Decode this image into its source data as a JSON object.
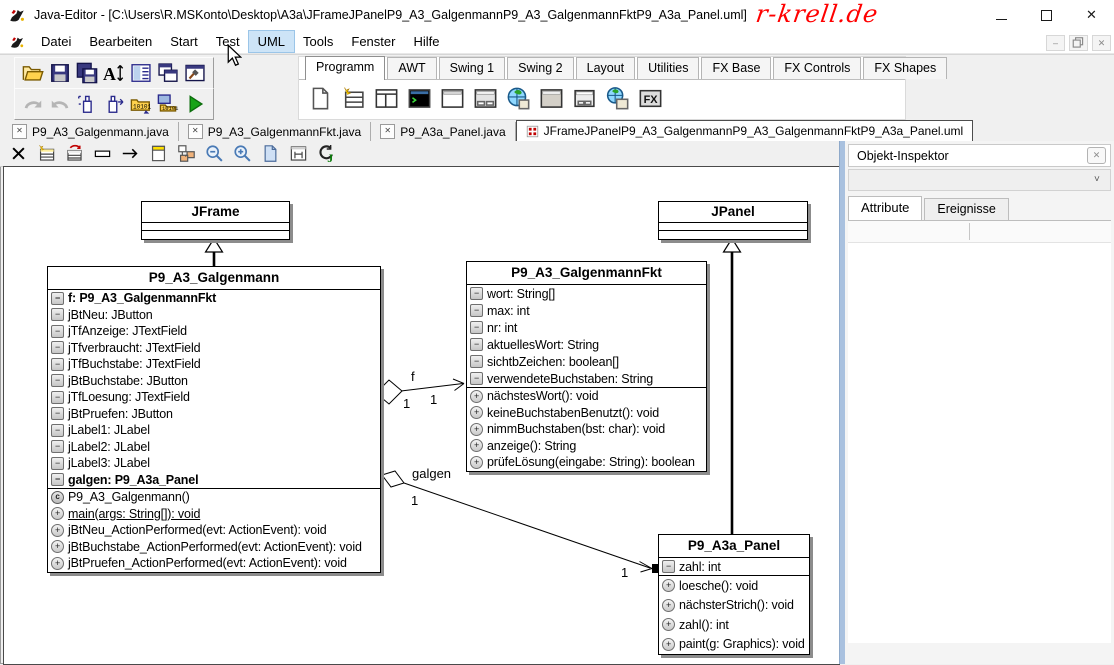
{
  "window": {
    "title": "Java-Editor - [C:\\Users\\R.MSKonto\\Desktop\\A3a\\JFrameJPanelP9_A3_GalgenmannP9_A3_GalgenmannFktP9_A3a_Panel.uml]",
    "watermark": "r-krell.de",
    "controls": [
      "minimize",
      "maximize",
      "close"
    ],
    "mdi_controls": [
      "minimize",
      "restore",
      "close"
    ]
  },
  "colors": {
    "watermark": "#ff0000",
    "run_green": "#17a317",
    "menu_highlight": "#cde4f7",
    "uml_red": "#c00000",
    "splitter_blue": "#a9c1df"
  },
  "menubar": {
    "items": [
      "Datei",
      "Bearbeiten",
      "Start",
      "Test",
      "UML",
      "Tools",
      "Fenster",
      "Hilfe"
    ],
    "active_item": "UML"
  },
  "toolbar_main": {
    "row1": [
      "open-icon",
      "save-icon",
      "save-all-icon",
      "font-size-icon",
      "project-icon",
      "windows-icon",
      "messages-icon"
    ],
    "row2": [
      "redo-icon",
      "undo-icon",
      "jar-icon",
      "jar-run-icon",
      "compile-icon",
      "compile-all-icon",
      "run-icon"
    ]
  },
  "palette": {
    "tabs": [
      "Programm",
      "AWT",
      "Swing 1",
      "Swing 2",
      "Layout",
      "Utilities",
      "FX Base",
      "FX Controls",
      "FX Shapes"
    ],
    "active_tab": "Programm",
    "icons": [
      "new-file-icon",
      "wizard-icon",
      "frame-icon",
      "console-icon",
      "window-icon",
      "dialog-icon",
      "applet-icon",
      "panel-icon",
      "internal-dialog-icon",
      "webstart-icon",
      "javafx-icon"
    ]
  },
  "file_tabs": [
    {
      "label": "P9_A3_Galgenmann.java",
      "active": false
    },
    {
      "label": "P9_A3_GalgenmannFkt.java",
      "active": false
    },
    {
      "label": "P9_A3a_Panel.java",
      "active": false
    },
    {
      "label": "JFrameJPanelP9_A3_GalgenmannP9_A3_GalgenmannFktP9_A3a_Panel.uml",
      "active": true
    }
  ],
  "uml_toolbar": [
    "close-icon",
    "new-class-icon",
    "open-class-icon",
    "new-object-icon",
    "new-association-icon",
    "new-comment-icon",
    "class-diagram-icon",
    "zoom-out-icon",
    "zoom-in-icon",
    "diagram-image-icon",
    "sequence-diagram-icon",
    "refresh-java-icon"
  ],
  "inspector": {
    "title": "Objekt-Inspektor",
    "tabs": [
      "Attribute",
      "Ereignisse"
    ],
    "active_tab": "Attribute"
  },
  "uml": {
    "classes": [
      {
        "name": "JFrame",
        "attributes": [],
        "methods": []
      },
      {
        "name": "JPanel",
        "attributes": [],
        "methods": []
      },
      {
        "name": "P9_A3_Galgenmann",
        "attributes": [
          {
            "icon": "private-field-icon",
            "text": "f: P9_A3_GalgenmannFkt",
            "bold": true
          },
          {
            "icon": "private-field-icon",
            "text": "jBtNeu: JButton"
          },
          {
            "icon": "private-field-icon",
            "text": "jTfAnzeige: JTextField"
          },
          {
            "icon": "private-field-icon",
            "text": "jTfverbraucht: JTextField"
          },
          {
            "icon": "private-field-icon",
            "text": "jTfBuchstabe: JTextField"
          },
          {
            "icon": "private-field-icon",
            "text": "jBtBuchstabe: JButton"
          },
          {
            "icon": "private-field-icon",
            "text": "jTfLoesung: JTextField"
          },
          {
            "icon": "private-field-icon",
            "text": "jBtPruefen: JButton"
          },
          {
            "icon": "private-field-icon",
            "text": "jLabel1: JLabel"
          },
          {
            "icon": "private-field-icon",
            "text": "jLabel2: JLabel"
          },
          {
            "icon": "private-field-icon",
            "text": "jLabel3: JLabel"
          },
          {
            "icon": "private-field-icon",
            "text": "galgen: P9_A3a_Panel",
            "bold": true
          }
        ],
        "methods": [
          {
            "icon": "constructor-icon",
            "text": "P9_A3_Galgenmann()"
          },
          {
            "icon": "public-method-icon",
            "text": "main(args: String[]): void",
            "underline": true
          },
          {
            "icon": "public-method-icon",
            "text": "jBtNeu_ActionPerformed(evt: ActionEvent): void"
          },
          {
            "icon": "public-method-icon",
            "text": "jBtBuchstabe_ActionPerformed(evt: ActionEvent): void"
          },
          {
            "icon": "public-method-icon",
            "text": "jBtPruefen_ActionPerformed(evt: ActionEvent): void"
          }
        ]
      },
      {
        "name": "P9_A3_GalgenmannFkt",
        "attributes": [
          {
            "icon": "private-field-icon",
            "text": "wort: String[]"
          },
          {
            "icon": "private-field-icon",
            "text": "max: int"
          },
          {
            "icon": "private-field-icon",
            "text": "nr: int"
          },
          {
            "icon": "private-field-icon",
            "text": "aktuellesWort: String"
          },
          {
            "icon": "private-field-icon",
            "text": "sichtbZeichen: boolean[]"
          },
          {
            "icon": "private-field-icon",
            "text": "verwendeteBuchstaben: String"
          }
        ],
        "methods": [
          {
            "icon": "public-method-icon",
            "text": "nächstesWort(): void"
          },
          {
            "icon": "public-method-icon",
            "text": "keineBuchstabenBenutzt(): void"
          },
          {
            "icon": "public-method-icon",
            "text": "nimmBuchstaben(bst: char): void"
          },
          {
            "icon": "public-method-icon",
            "text": "anzeige(): String"
          },
          {
            "icon": "public-method-icon",
            "text": "prüfeLösung(eingabe: String): boolean"
          }
        ]
      },
      {
        "name": "P9_A3a_Panel",
        "attributes": [
          {
            "icon": "private-field-icon",
            "text": "zahl: int"
          }
        ],
        "methods": [
          {
            "icon": "public-method-icon",
            "text": "loesche(): void"
          },
          {
            "icon": "public-method-icon",
            "text": "nächsterStrich(): void"
          },
          {
            "icon": "public-method-icon",
            "text": "zahl(): int"
          },
          {
            "icon": "public-method-icon",
            "text": "paint(g: Graphics): void"
          }
        ]
      }
    ],
    "inheritances": [
      {
        "from": "P9_A3_Galgenmann",
        "to": "JFrame"
      },
      {
        "from": "P9_A3a_Panel",
        "to": "JPanel"
      }
    ],
    "associations": [
      {
        "label": "f",
        "kind": "aggregation",
        "from": "P9_A3_Galgenmann",
        "to": "P9_A3_GalgenmannFkt",
        "source_mult": "1",
        "target_mult": "1"
      },
      {
        "label": "galgen",
        "kind": "aggregation",
        "from": "P9_A3_Galgenmann",
        "to": "P9_A3a_Panel",
        "source_mult": "1",
        "target_mult": "1"
      }
    ]
  }
}
